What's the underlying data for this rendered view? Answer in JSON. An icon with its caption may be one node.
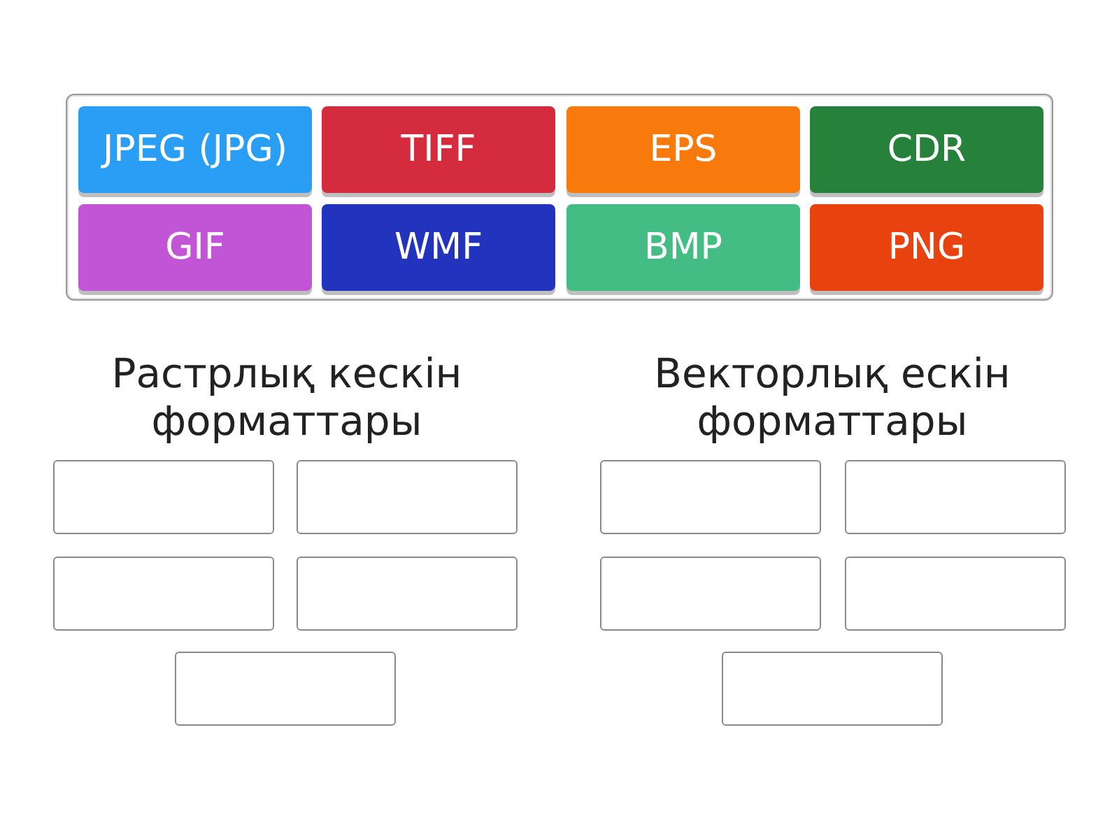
{
  "diagram": {
    "nodes": [
      {
        "text": [],
        "shape": "box"
      },
      {
        "text": [
          "JPEG (JPG)"
        ],
        "in": 0
      },
      {
        "text": [
          "TIFF"
        ],
        "in": 0
      },
      {
        "text": [
          "EPS"
        ],
        "in": 0
      },
      {
        "text": [
          "CDR"
        ],
        "in": 0
      },
      {
        "text": [
          "GIF"
        ],
        "in": 0
      },
      {
        "text": [
          "WMF"
        ],
        "in": 0
      },
      {
        "text": [
          "BMP"
        ],
        "in": 0
      },
      {
        "text": [
          "PNG"
        ],
        "in": 0
      },
      {
        "text": [],
        "shape": "box"
      },
      {
        "text": [],
        "shape": "box"
      },
      {
        "text": [],
        "shape": "box"
      },
      {
        "text": [],
        "shape": "box"
      },
      {
        "text": [],
        "shape": "box"
      },
      {
        "text": [],
        "shape": "box"
      },
      {
        "text": [],
        "shape": "box"
      },
      {
        "text": [],
        "shape": "box"
      },
      {
        "text": [],
        "shape": "box"
      },
      {
        "text": [],
        "shape": "box"
      }
    ],
    "edges": [],
    "labels": [
      "Растрлық кескін форматтары",
      "Векторлық ескін форматтары"
    ]
  }
}
